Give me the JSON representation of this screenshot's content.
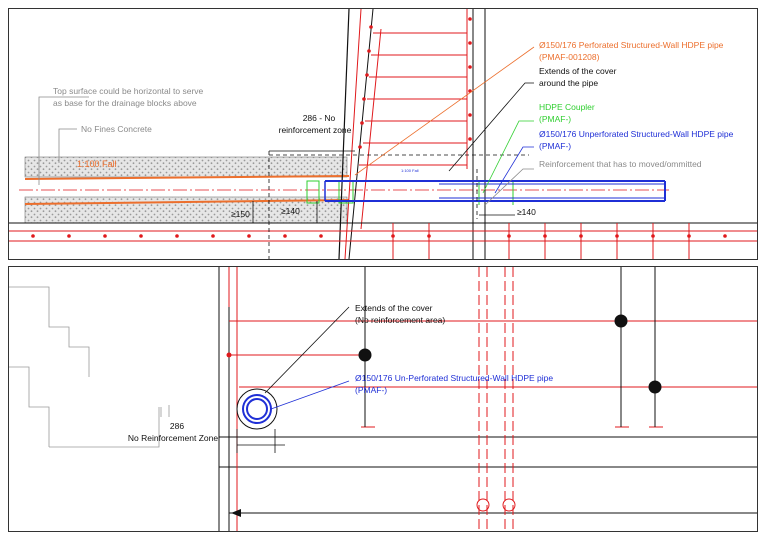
{
  "top_panel": {
    "notes": {
      "top_surface": [
        "Top surface could be horizontal to serve",
        "as base for the drainage blocks above"
      ],
      "no_fines": "No Fines Concrete",
      "fall": "1:100 Fall",
      "fall_small": "1:100 Fall",
      "no_reinf_zone": [
        "286 - No",
        "reinforcement zone"
      ],
      "perforated_pipe": [
        "Ø150/176 Perforated Structured-Wall HDPE pipe",
        "(PMAF-001208)"
      ],
      "cover_extends": [
        "Extends of the cover",
        "around the pipe"
      ],
      "coupler": [
        "HDPE Coupler",
        "(PMAF-)"
      ],
      "unperforated_pipe": [
        "Ø150/176 Unperforated Structured-Wall HDPE pipe",
        "(PMAF-)"
      ],
      "reinforcement_moved": "Reinforcement that has to moved/ommitted"
    },
    "dims": {
      "d150": "≥150",
      "d140a": "≥140",
      "d140b": "≥140"
    }
  },
  "bottom_panel": {
    "notes": {
      "cover_extends": [
        "Extends of the cover",
        "(No reinforcement area)"
      ],
      "pipe": [
        "Ø150/176 Un-Perforated Structured-Wall HDPE pipe",
        "(PMAF-)"
      ],
      "zone": [
        "286",
        "No Reinforcement Zone"
      ]
    }
  },
  "colors": {
    "red": "#e0191c",
    "orange": "#ec6f2d",
    "blue": "#1f2fd6",
    "green": "#2fcf2f",
    "grey": "#8a8a8a",
    "black": "#111111"
  }
}
